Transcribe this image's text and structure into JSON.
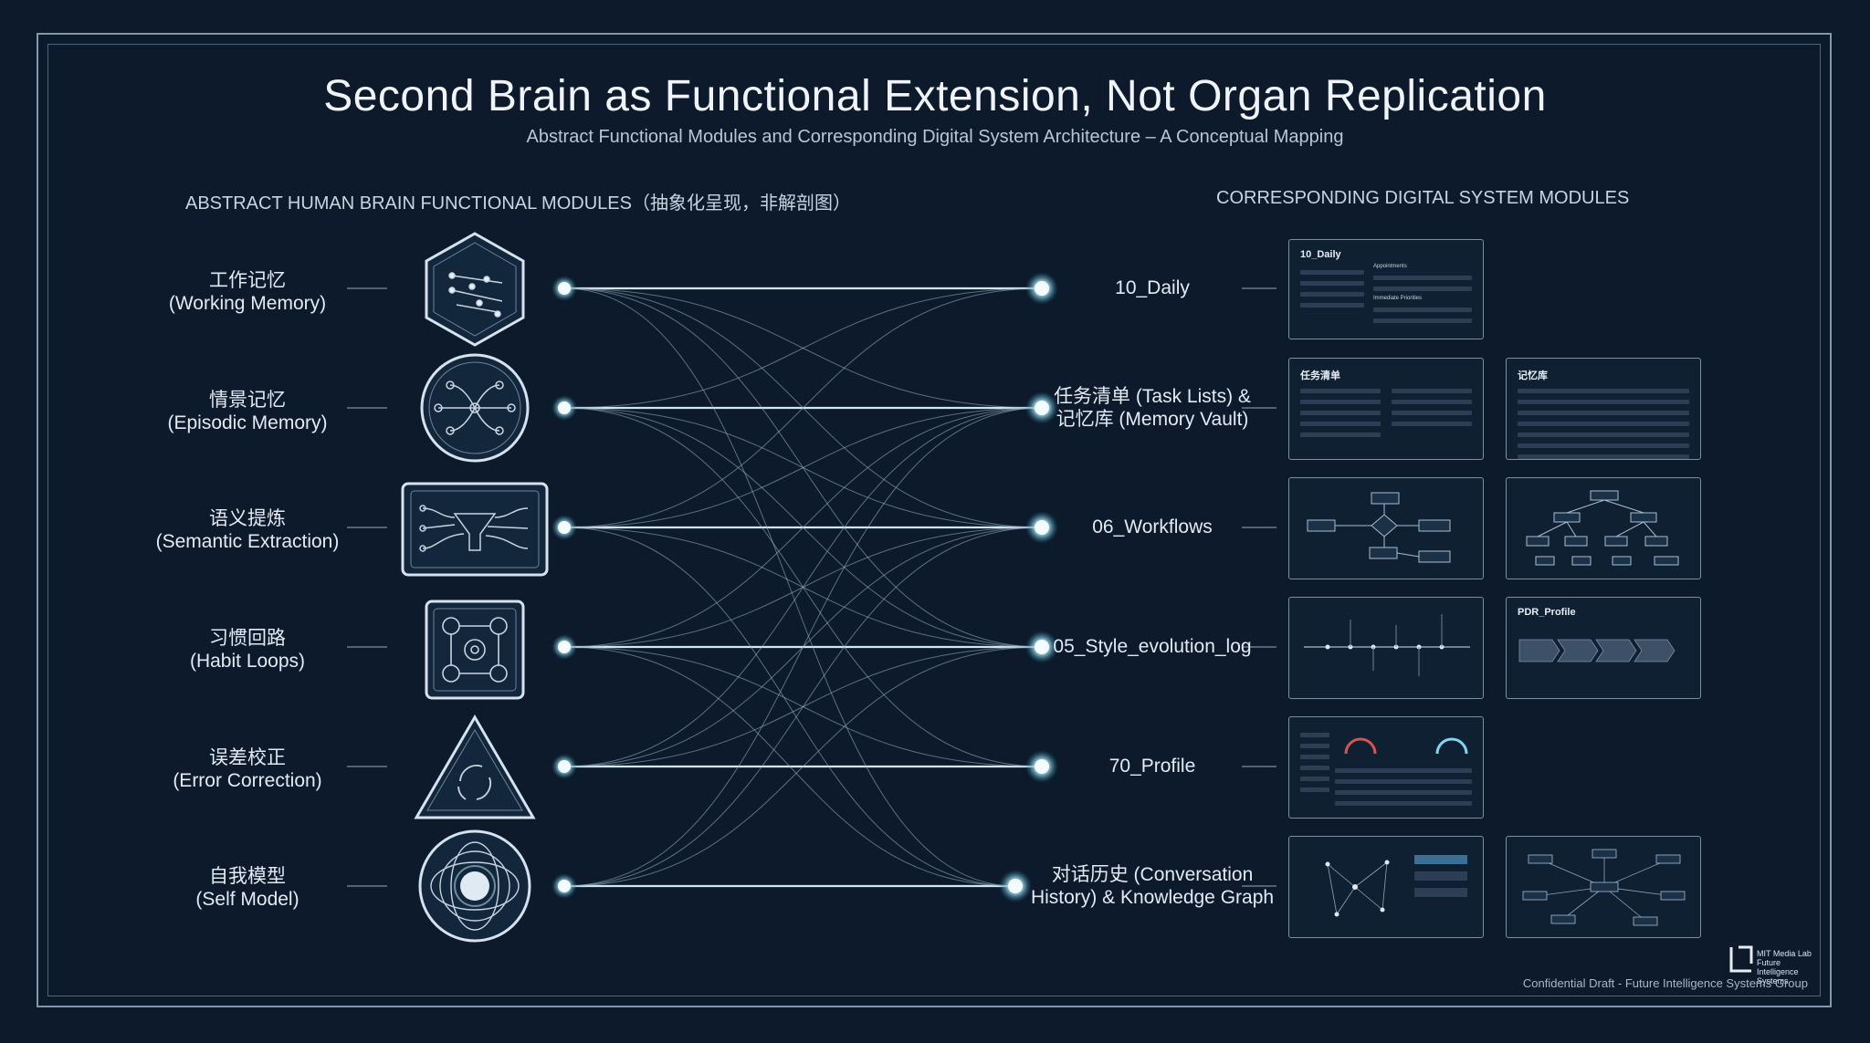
{
  "header": {
    "title": "Second Brain as Functional Extension, Not Organ Replication",
    "subtitle": "Abstract Functional Modules and Corresponding Digital System Architecture – A Conceptual Mapping"
  },
  "left_column": {
    "heading": "ABSTRACT HUMAN BRAIN FUNCTIONAL MODULES（抽象化呈现，非解剖图）",
    "modules": [
      {
        "zh": "工作记忆",
        "en": "(Working Memory)",
        "icon": "hexagon-network-icon"
      },
      {
        "zh": "情景记忆",
        "en": "(Episodic Memory)",
        "icon": "circle-nodes-icon"
      },
      {
        "zh": "语义提炼",
        "en": "(Semantic Extraction)",
        "icon": "funnel-icon"
      },
      {
        "zh": "习惯回路",
        "en": "(Habit Loops)",
        "icon": "gear-loop-icon"
      },
      {
        "zh": "误差校正",
        "en": "(Error Correction)",
        "icon": "triangle-cycle-icon"
      },
      {
        "zh": "自我模型",
        "en": "(Self Model)",
        "icon": "orbit-sphere-icon"
      }
    ]
  },
  "right_column": {
    "heading": "CORRESPONDING DIGITAL SYSTEM MODULES",
    "modules": [
      {
        "line1": "10_Daily",
        "line2": ""
      },
      {
        "line1": "任务清单 (Task Lists) &",
        "line2": "记忆库 (Memory Vault)"
      },
      {
        "line1": "06_Workflows",
        "line2": ""
      },
      {
        "line1": "05_Style_evolution_log",
        "line2": ""
      },
      {
        "line1": "70_Profile",
        "line2": ""
      },
      {
        "line1": "对话历史 (Conversation",
        "line2": "History) & Knowledge Graph"
      }
    ]
  },
  "panels": {
    "daily": {
      "title": "10_Daily",
      "sub1": "Appointments",
      "sub2": "Immediate Priorities"
    },
    "tasks": {
      "title": "任务清单"
    },
    "vault": {
      "title": "记忆库"
    },
    "workflow_a": {
      "title": ""
    },
    "workflow_b": {
      "title": ""
    },
    "style_a": {
      "title": ""
    },
    "style_b": {
      "title": "PDR_Profile"
    },
    "profile": {
      "title": ""
    },
    "history": {
      "title": ""
    },
    "graph": {
      "title": ""
    }
  },
  "footer": {
    "confidential": "Confidential Draft - Future Intelligence Systems Group",
    "logo_text": "MIT Media Lab Future Intelligence Systems"
  },
  "colors": {
    "background": "#0c1a2c",
    "line": "#cfe6f3",
    "glow": "#7fd6ef",
    "panel_border": "#7d8ea3"
  }
}
